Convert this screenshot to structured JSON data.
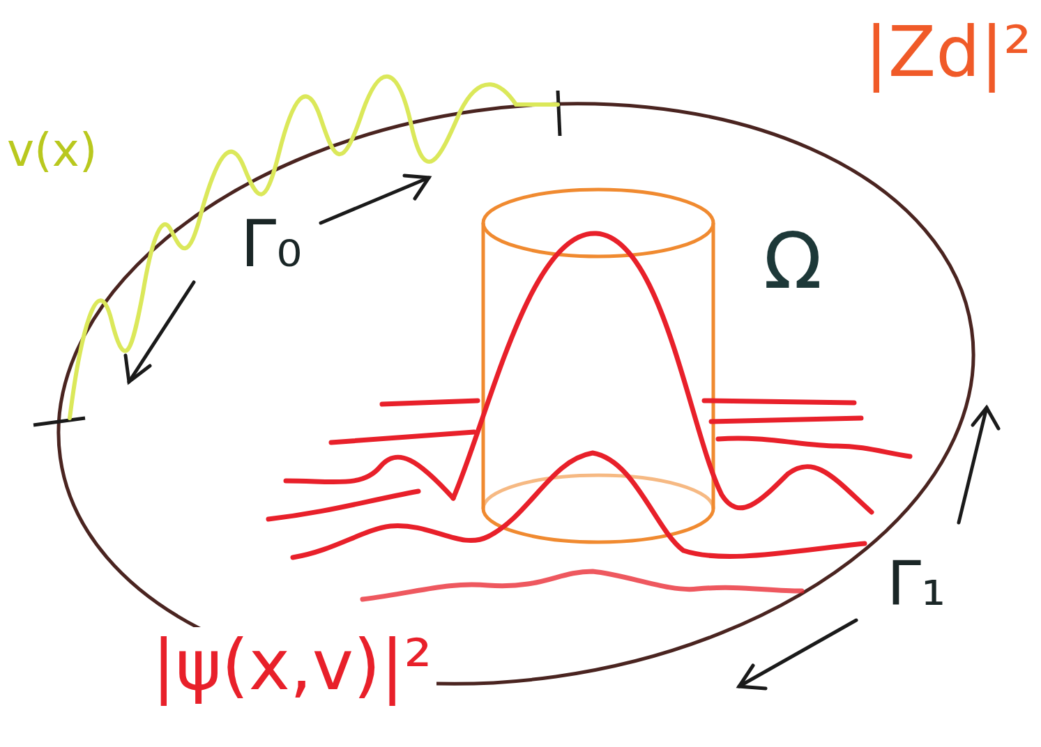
{
  "diagram": {
    "labels": [
      "v(x)",
      "Γ₀",
      "Ω",
      "|Zd|²",
      "Γ₁",
      "|ψ(x,v)|²"
    ]
  }
}
